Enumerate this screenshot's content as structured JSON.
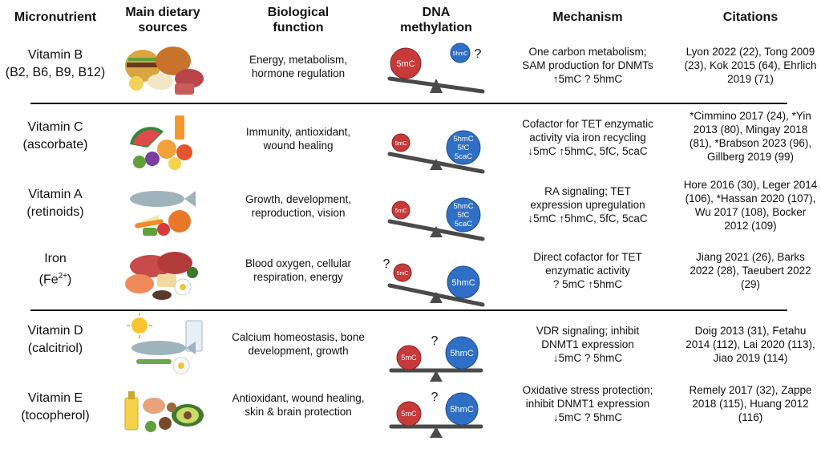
{
  "headers": {
    "micronutrient": "Micronutrient",
    "sources_l1": "Main dietary",
    "sources_l2": "sources",
    "function_l1": "Biological",
    "function_l2": "function",
    "dna_l1": "DNA",
    "dna_l2": "methylation",
    "mechanism": "Mechanism",
    "citations": "Citations"
  },
  "rows": [
    {
      "name_l1": "Vitamin B",
      "name_l2": "(B2, B6, B9, B12)",
      "function": [
        "Energy, metabolism,",
        "hormone regulation"
      ],
      "big": "5mC",
      "small": "5hmC",
      "question": "?",
      "mechanism": [
        "One carbon metabolism;",
        "SAM production for DNMTs",
        "↑5mC   ? 5hmC"
      ],
      "citations": [
        "Lyon 2022 (22), Tong 2009",
        "(23), Kok 2015 (64), Ehrlich",
        "2019 (71)"
      ]
    },
    {
      "name_l1": "Vitamin C",
      "name_l2": "(ascorbate)",
      "function": [
        "Immunity, antioxidant,",
        "wound healing"
      ],
      "small": "5mC",
      "big_lines": [
        "5hmC",
        "5fC",
        "5caC"
      ],
      "mechanism": [
        "Cofactor for TET enzymatic",
        "activity via iron recycling",
        "↓5mC    ↑5hmC, 5fC, 5caC"
      ],
      "citations": [
        "*Cimmino 2017 (24), *Yin",
        "2013 (80), Mingay 2018",
        "(81), *Brabson 2023 (96),",
        "Gillberg 2019 (99)"
      ]
    },
    {
      "name_l1": "Vitamin A",
      "name_l2": "(retinoids)",
      "function": [
        "Growth, development,",
        "reproduction, vision"
      ],
      "small": "5mC",
      "big_lines": [
        "5hmC",
        "5fC",
        "5caC"
      ],
      "mechanism": [
        "RA signaling; TET",
        "expression upregulation",
        "↓5mC    ↑5hmC, 5fC, 5caC"
      ],
      "citations": [
        "Hore 2016 (30), Leger 2014",
        "(106), *Hassan 2020 (107),",
        "Wu 2017 (108), Bocker",
        "2012 (109)"
      ]
    },
    {
      "name_l1": "Iron",
      "name_l2a": "(Fe",
      "name_l2sup": "2+",
      "name_l2b": ")",
      "function": [
        "Blood oxygen, cellular",
        "respiration, energy"
      ],
      "small": "5mC",
      "big": "5hmC",
      "question": "?",
      "mechanism": [
        "Direct cofactor for TET",
        "enzymatic activity",
        "? 5mC    ↑5hmC"
      ],
      "citations": [
        "Jiang 2021 (26), Barks",
        "2022 (28), Taeubert 2022",
        "(29)"
      ]
    },
    {
      "name_l1": "Vitamin D",
      "name_l2": "(calcitriol)",
      "function": [
        "Calcium homeostasis, bone",
        "development, growth"
      ],
      "small": "5mC",
      "big": "5hmC",
      "question": "?",
      "mechanism": [
        "VDR signaling; inhibit",
        "DNMT1 expression",
        "↓5mC    ? 5hmC"
      ],
      "citations": [
        "Doig 2013 (31), Fetahu",
        "2014 (112), Lai 2020 (113),",
        "Jiao 2019 (114)"
      ]
    },
    {
      "name_l1": "Vitamin E",
      "name_l2": "(tocopherol)",
      "function": [
        "Antioxidant, wound healing,",
        "skin & brain protection"
      ],
      "small": "5mC",
      "big": "5hmC",
      "question": "?",
      "mechanism": [
        "Oxidative stress protection;",
        "inhibit DNMT1 expression",
        "↓5mC    ? 5hmC"
      ],
      "citations": [
        "Remely 2017 (32), Zappe",
        "2018 (115), Huang 2012",
        "(116)"
      ]
    }
  ],
  "colors": {
    "red": "#c83a3a",
    "blue": "#2f6fc6",
    "beam": "#4a4a4a"
  }
}
